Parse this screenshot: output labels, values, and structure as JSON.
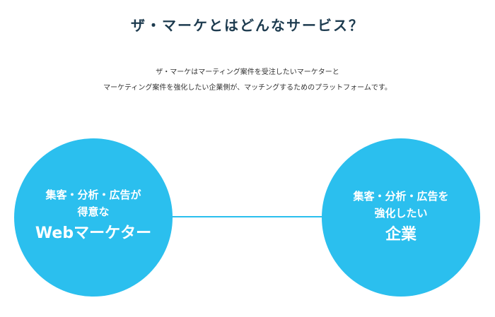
{
  "header": {
    "title": "ザ・マーケとはどんなサービス？"
  },
  "description": {
    "line1": "ザ・マーケはマーティング案件を受注したいマーケターと",
    "line2": "マーケティング案件を強化したい企業側が、マッチングするためのプラットフォームです。"
  },
  "left_circle": {
    "line1": "集客・分析・広告が",
    "line2": "得意な",
    "headline": "Webマーケター"
  },
  "right_circle": {
    "line1": "集客・分析・広告を",
    "line2": "強化したい",
    "headline": "企業"
  },
  "colors": {
    "accent": "#2bbfee",
    "title": "#1d3b4f",
    "text": "#333333"
  }
}
